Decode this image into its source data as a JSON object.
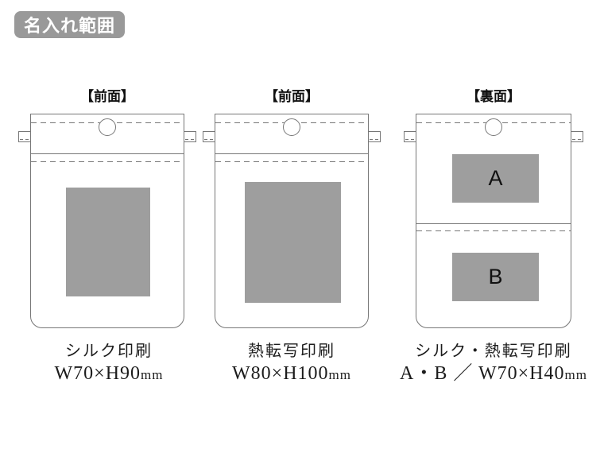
{
  "title_badge": {
    "label": "名入れ範囲"
  },
  "colors": {
    "badge_bg": "#999999",
    "badge_text": "#ffffff",
    "outline": "#777777",
    "print_area_fill": "#9e9e9e",
    "text": "#1c1c1c"
  },
  "bags": [
    {
      "face_label": "【前面】",
      "view": "front",
      "print_areas": [
        {
          "label": ""
        }
      ],
      "caption": {
        "method": "シルク印刷",
        "dimensions": "W70×H90",
        "unit": "mm"
      }
    },
    {
      "face_label": "【前面】",
      "view": "front",
      "print_areas": [
        {
          "label": ""
        }
      ],
      "caption": {
        "method": "熱転写印刷",
        "dimensions": "W80×H100",
        "unit": "mm"
      }
    },
    {
      "face_label": "【裏面】",
      "view": "back",
      "print_areas": [
        {
          "label": "A"
        },
        {
          "label": "B"
        }
      ],
      "caption": {
        "method": "シルク・熱転写印刷",
        "dimensions": "A・B ／ W70×H40",
        "unit": "mm"
      }
    }
  ]
}
